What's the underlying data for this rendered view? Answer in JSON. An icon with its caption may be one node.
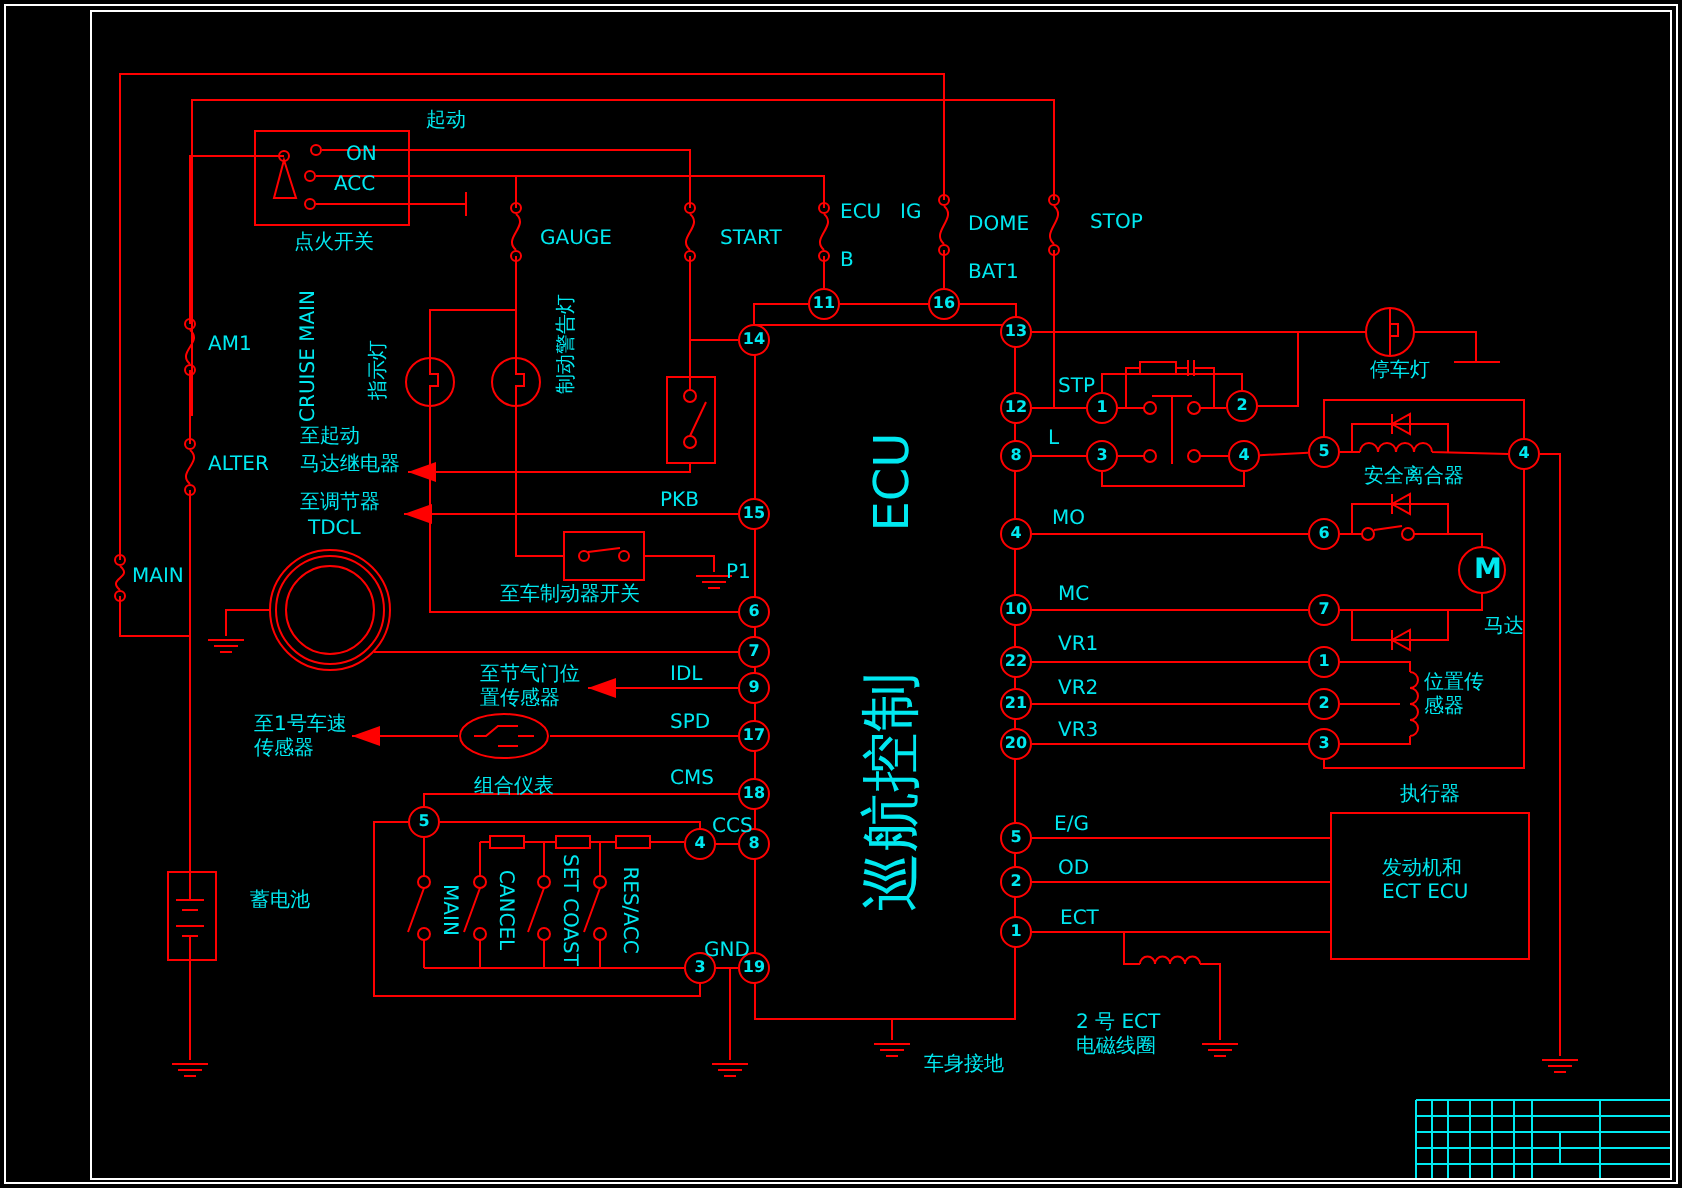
{
  "diagram": {
    "nodes": [
      {
        "text": [
          "ON",
          "ACC",
          "点火开关"
        ]
      },
      {
        "text": [],
        "shape": "box"
      },
      {
        "text": [
          "至调节器",
          "TDCL"
        ]
      },
      {
        "text": [
          "巡航控制",
          "ECU"
        ]
      },
      {
        "text": [
          "11"
        ]
      },
      {
        "text": [
          "16"
        ]
      },
      {
        "text": [
          "14"
        ]
      },
      {
        "text": [
          "15"
        ]
      },
      {
        "text": [
          "6"
        ]
      },
      {
        "text": [
          "7"
        ]
      },
      {
        "text": [
          "9"
        ]
      },
      {
        "text": [
          "17"
        ]
      },
      {
        "text": [
          "18"
        ]
      },
      {
        "text": [
          "8"
        ]
      },
      {
        "text": [
          "19"
        ]
      },
      {
        "text": [
          "至节气门位置传感器"
        ]
      },
      {
        "text": [
          "至1号车速传感器"
        ]
      },
      {
        "text": [
          "组合仪表"
        ]
      },
      {
        "text": [
          "5"
        ]
      },
      {
        "text": [
          "4"
        ]
      },
      {
        "text": [
          "3"
        ]
      },
      {
        "text": [
          "13"
        ]
      },
      {
        "text": [
          "12"
        ]
      },
      {
        "text": [
          "8"
        ]
      },
      {
        "text": [
          "4"
        ]
      },
      {
        "text": [
          "10"
        ]
      },
      {
        "text": [
          "22"
        ]
      },
      {
        "text": [
          "21"
        ]
      },
      {
        "text": [
          "20"
        ]
      },
      {
        "text": [
          "5"
        ]
      },
      {
        "text": [
          "2"
        ]
      },
      {
        "text": [
          "1"
        ]
      },
      {
        "text": [
          "1"
        ]
      },
      {
        "text": [
          "2"
        ]
      },
      {
        "text": [
          "3"
        ]
      },
      {
        "text": [
          "4"
        ]
      },
      {
        "text": [
          "5"
        ]
      },
      {
        "text": [
          "4"
        ]
      },
      {
        "text": [
          "6"
        ]
      },
      {
        "text": [
          "7"
        ]
      },
      {
        "text": [
          "M"
        ]
      },
      {
        "text": [
          "1"
        ]
      },
      {
        "text": [
          "2"
        ]
      },
      {
        "text": [
          "3"
        ]
      },
      {
        "text": [
          "发动机和ECT ECU"
        ]
      },
      {
        "text": [
          "至起动",
          "马达继电器"
        ]
      }
    ],
    "edges": [
      {
        "from": 6,
        "to": 4,
        "arrow": "none"
      },
      {
        "from": 4,
        "to": 5,
        "arrow": "none"
      },
      {
        "from": 5,
        "to": 21,
        "arrow": "none"
      },
      {
        "from": 7,
        "to": 2,
        "arrow": "to"
      },
      {
        "from": 1,
        "to": 45,
        "arrow": "to"
      },
      {
        "from": 10,
        "to": 15,
        "arrow": "to",
        "label": "IDL"
      },
      {
        "from": 11,
        "to": 17,
        "arrow": "none",
        "label": "SPD"
      },
      {
        "from": 17,
        "to": 16,
        "arrow": "to"
      },
      {
        "from": 12,
        "to": 18,
        "arrow": "none",
        "label": "CMS"
      },
      {
        "from": 13,
        "to": 19,
        "arrow": "none",
        "label": "CCS"
      },
      {
        "from": 14,
        "to": 20,
        "arrow": "none",
        "label": "GND"
      },
      {
        "from": 22,
        "to": 32,
        "arrow": "none",
        "label": "STP"
      },
      {
        "from": 23,
        "to": 34,
        "arrow": "none",
        "label": "L"
      },
      {
        "from": 21,
        "to": 33,
        "arrow": "none"
      },
      {
        "from": 35,
        "to": 36,
        "arrow": "none"
      },
      {
        "from": 24,
        "to": 38,
        "arrow": "none",
        "label": "MO"
      },
      {
        "from": 25,
        "to": 39,
        "arrow": "none",
        "label": "MC"
      },
      {
        "from": 26,
        "to": 41,
        "arrow": "none",
        "label": "VR1"
      },
      {
        "from": 27,
        "to": 42,
        "arrow": "none",
        "label": "VR2"
      },
      {
        "from": 28,
        "to": 43,
        "arrow": "none",
        "label": "VR3"
      },
      {
        "from": 29,
        "to": 44,
        "arrow": "none",
        "label": "E/G"
      },
      {
        "from": 30,
        "to": 44,
        "arrow": "none",
        "label": "OD"
      },
      {
        "from": 31,
        "to": 44,
        "arrow": "none",
        "label": "ECT"
      },
      {
        "from": 18,
        "to": 19,
        "arrow": "none"
      },
      {
        "from": 18,
        "to": 20,
        "arrow": "none"
      },
      {
        "from": 32,
        "to": 33,
        "arrow": "none"
      },
      {
        "from": 34,
        "to": 35,
        "arrow": "none"
      },
      {
        "from": 36,
        "to": 37,
        "arrow": "none"
      },
      {
        "from": 37,
        "to": 43,
        "arrow": "none"
      },
      {
        "from": 39,
        "to": 40,
        "arrow": "none"
      }
    ],
    "labels": [
      "起动",
      "GAUGE",
      "START",
      "ECU",
      "B",
      "IG",
      "DOME",
      "BAT1",
      "STOP",
      "AM1",
      "CRUISE MAIN",
      "指示灯",
      "制动警告灯",
      "ALTER",
      "PKB",
      "MAIN",
      "P1",
      "至车制动器开关",
      "停车灯",
      "安全离合器",
      "马达",
      "位置传感器",
      "执行器",
      "MAIN",
      "CANCEL",
      "SET COAST",
      "RES/ACC",
      "蓄电池",
      "2 号 ECT电磁线圈",
      "车身接地"
    ]
  }
}
